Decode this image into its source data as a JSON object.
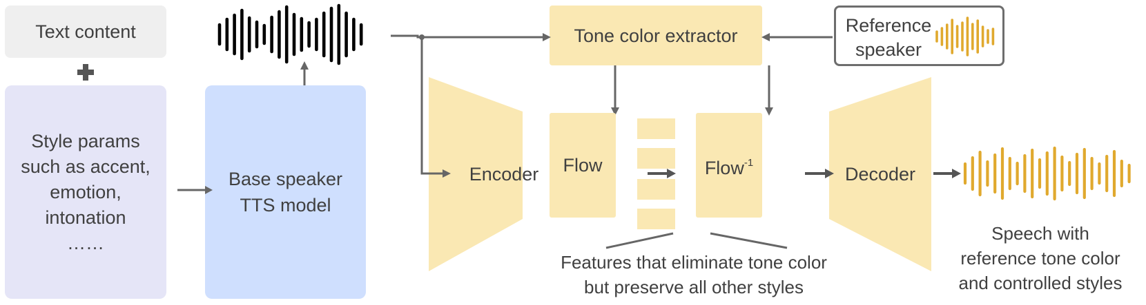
{
  "text_content": "Text content",
  "style_params": [
    "Style params",
    "such as accent,",
    "emotion,",
    "intonation",
    "……"
  ],
  "tts_model": [
    "Base speaker",
    "TTS model"
  ],
  "tone_extractor": "Tone color extractor",
  "reference_speaker": [
    "Reference",
    "speaker"
  ],
  "encoder": "Encoder",
  "flow": "Flow",
  "flow_inverse": "Flow",
  "flow_inverse_sup": "-1",
  "decoder": "Decoder",
  "features_caption": [
    "Features that eliminate tone color",
    "but preserve all other styles"
  ],
  "output_caption": [
    "Speech with",
    "reference tone color",
    "and controlled  styles"
  ],
  "colors": {
    "module_fill": "#fae8b3",
    "waveform_gold": "#e0a92e",
    "arrow": "#666666",
    "text": "#404040"
  },
  "icons": {
    "plus": "plus-icon",
    "waveform_black": "waveform-base-icon",
    "waveform_reference": "waveform-reference-icon",
    "waveform_output": "waveform-output-icon"
  }
}
